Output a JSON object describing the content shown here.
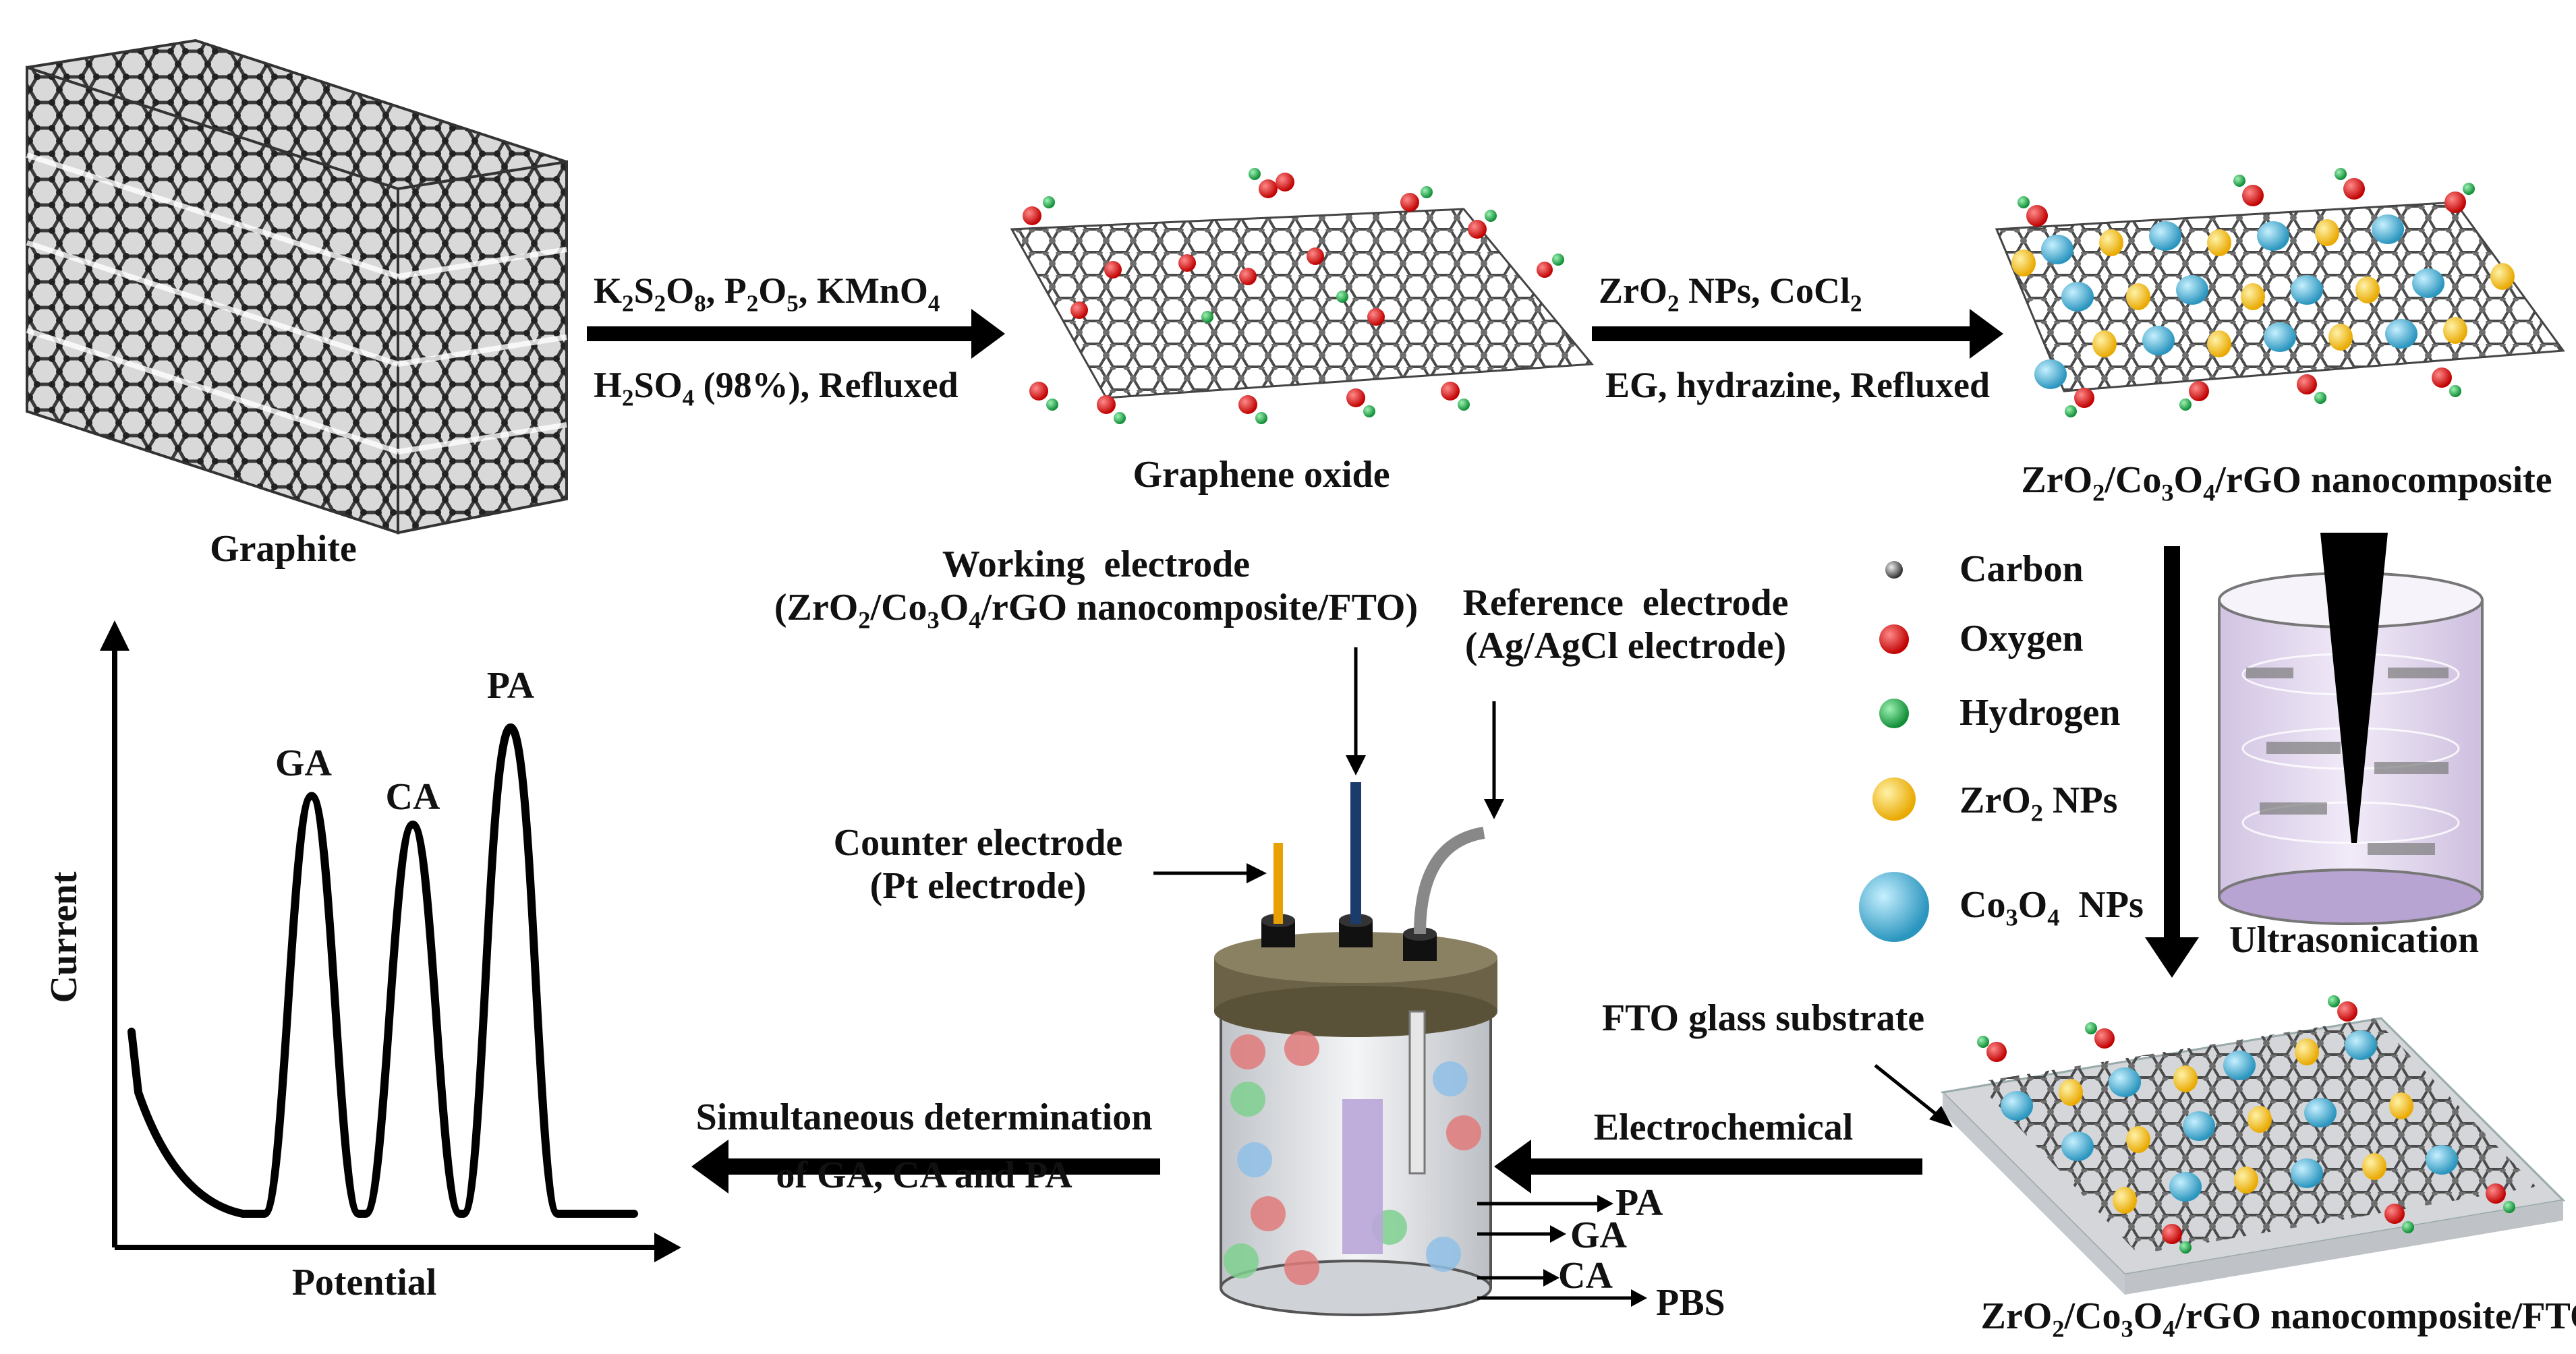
{
  "graphite": {
    "label": "Graphite"
  },
  "step1": {
    "reagents_top": [
      "K",
      "2",
      "S",
      "2",
      "O",
      "8",
      ", P",
      "2",
      "O",
      "5",
      ", KMnO",
      "4"
    ],
    "reagents_bottom": [
      "H",
      "2",
      "SO",
      "4",
      " (98%), Refluxed"
    ]
  },
  "graphene_oxide": {
    "label": "Graphene oxide"
  },
  "step2": {
    "top": [
      "ZrO",
      "2",
      " NPs, CoCl",
      "2"
    ],
    "bottom": "EG, hydrazine, Refluxed"
  },
  "nanocomposite": {
    "label": [
      "ZrO",
      "2",
      "/Co",
      "3",
      "O",
      "4",
      "/rGO nanocomposite"
    ]
  },
  "legend": {
    "items": [
      {
        "label": "Carbon",
        "color": "#555555"
      },
      {
        "label": "Oxygen",
        "color": "#e0181b"
      },
      {
        "label": "Hydrogen",
        "color": "#1fae4b"
      },
      {
        "label": [
          "ZrO",
          "2",
          " NPs"
        ],
        "color": "#f6c314"
      },
      {
        "label": [
          "Co",
          "3",
          "O",
          "4",
          "  NPs"
        ],
        "color": "#49b3d6"
      }
    ]
  },
  "ultrasonication": {
    "label": "Ultrasonication"
  },
  "fto": {
    "substrate_label": "FTO glass substrate",
    "label": [
      "ZrO",
      "2",
      "/Co",
      "3",
      "O",
      "4",
      "/rGO nanocomposite/FTO"
    ]
  },
  "cell": {
    "working": {
      "line1": "Working  electrode",
      "line2": [
        "(ZrO",
        "2",
        "/Co",
        "3",
        "O",
        "4",
        "/rGO nanocomposite/FTO)"
      ]
    },
    "reference": {
      "line1": "Reference  electrode",
      "line2": "(Ag/AgCl electrode)"
    },
    "counter": {
      "line1": "Counter electrode",
      "line2": "(Pt electrode)"
    },
    "outputs": [
      "PA",
      "GA",
      "CA",
      "PBS"
    ]
  },
  "electrochemical": {
    "label": "Electrochemical"
  },
  "determination": {
    "line1": "Simultaneous determination",
    "line2": "of GA, CA and PA"
  },
  "plot": {
    "ylabel": "Current",
    "xlabel": "Potential",
    "peaks": [
      {
        "name": "GA",
        "height": 0.74
      },
      {
        "name": "CA",
        "height": 0.69
      },
      {
        "name": "PA",
        "height": 0.86
      }
    ]
  },
  "colors": {
    "arrow": "#000000",
    "carbon": "#555555",
    "oxygen": "#e0181b",
    "hydrogen": "#1fae4b",
    "zro2": "#f6c314",
    "co3o4": "#49b3d6",
    "lid": "#6b6248"
  }
}
